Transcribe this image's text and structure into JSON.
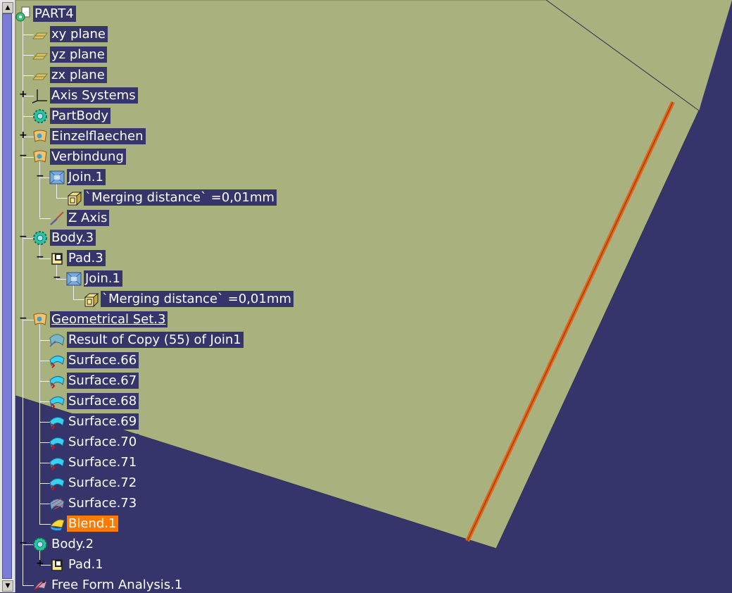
{
  "tree": [
    {
      "label": "PART4",
      "icon": "part-icon",
      "depth": 0,
      "expander": "none",
      "selected": false,
      "underline": false
    },
    {
      "label": "xy plane",
      "icon": "plane-icon",
      "depth": 1,
      "expander": "none",
      "selected": false,
      "underline": false
    },
    {
      "label": "yz plane",
      "icon": "plane-icon",
      "depth": 1,
      "expander": "none",
      "selected": false,
      "underline": false
    },
    {
      "label": "zx plane",
      "icon": "plane-icon",
      "depth": 1,
      "expander": "none",
      "selected": false,
      "underline": false
    },
    {
      "label": "Axis Systems",
      "icon": "axis-system-icon",
      "depth": 1,
      "expander": "plus",
      "selected": false,
      "underline": false
    },
    {
      "label": "PartBody",
      "icon": "body-gear-icon",
      "depth": 1,
      "expander": "none",
      "selected": false,
      "underline": false
    },
    {
      "label": "Einzelflaechen",
      "icon": "geometrical-set-icon",
      "depth": 1,
      "expander": "plus",
      "selected": false,
      "underline": false
    },
    {
      "label": "Verbindung",
      "icon": "geometrical-set-icon",
      "depth": 1,
      "expander": "minus",
      "selected": false,
      "underline": false
    },
    {
      "label": "Join.1",
      "icon": "join-icon",
      "depth": 2,
      "expander": "minus",
      "selected": false,
      "underline": false
    },
    {
      "label": "`Merging distance` =0,01mm",
      "icon": "parameter-icon",
      "depth": 3,
      "expander": "none",
      "selected": false,
      "underline": false
    },
    {
      "label": "Z Axis",
      "icon": "line-icon",
      "depth": 2,
      "expander": "none",
      "selected": false,
      "underline": false
    },
    {
      "label": "Body.3",
      "icon": "body-gear-icon",
      "depth": 1,
      "expander": "minus",
      "selected": false,
      "underline": false
    },
    {
      "label": "Pad.3",
      "icon": "pad-icon",
      "depth": 2,
      "expander": "minus",
      "selected": false,
      "underline": false
    },
    {
      "label": "Join.1",
      "icon": "join-icon",
      "depth": 3,
      "expander": "minus",
      "selected": false,
      "underline": false
    },
    {
      "label": "`Merging distance` =0,01mm",
      "icon": "parameter-icon",
      "depth": 4,
      "expander": "none",
      "selected": false,
      "underline": false
    },
    {
      "label": "Geometrical Set.3",
      "icon": "geometrical-set-icon",
      "depth": 1,
      "expander": "minus",
      "selected": false,
      "underline": true
    },
    {
      "label": "Result of Copy (55) of Join1",
      "icon": "copy-result-icon",
      "depth": 2,
      "expander": "none",
      "selected": false,
      "underline": false
    },
    {
      "label": "Surface.66",
      "icon": "surface-icon",
      "depth": 2,
      "expander": "none",
      "selected": false,
      "underline": false
    },
    {
      "label": "Surface.67",
      "icon": "surface-icon",
      "depth": 2,
      "expander": "none",
      "selected": false,
      "underline": false
    },
    {
      "label": "Surface.68",
      "icon": "surface-icon",
      "depth": 2,
      "expander": "none",
      "selected": false,
      "underline": false
    },
    {
      "label": "Surface.69",
      "icon": "surface-icon",
      "depth": 2,
      "expander": "none",
      "selected": false,
      "underline": false
    },
    {
      "label": "Surface.70",
      "icon": "surface-icon",
      "depth": 2,
      "expander": "none",
      "selected": false,
      "underline": false
    },
    {
      "label": "Surface.71",
      "icon": "surface-icon",
      "depth": 2,
      "expander": "none",
      "selected": false,
      "underline": false
    },
    {
      "label": "Surface.72",
      "icon": "surface-icon",
      "depth": 2,
      "expander": "none",
      "selected": false,
      "underline": false
    },
    {
      "label": "Surface.73",
      "icon": "surface-hatched-icon",
      "depth": 2,
      "expander": "none",
      "selected": false,
      "underline": false
    },
    {
      "label": "Blend.1",
      "icon": "blend-icon",
      "depth": 2,
      "expander": "none",
      "selected": true,
      "underline": false
    },
    {
      "label": "Body.2",
      "icon": "body-gear-icon",
      "depth": 1,
      "expander": "minus",
      "selected": false,
      "underline": false
    },
    {
      "label": "Pad.1",
      "icon": "pad-icon",
      "depth": 2,
      "expander": "plus",
      "selected": false,
      "underline": false
    },
    {
      "label": "Free Form Analysis.1",
      "icon": "analysis-icon",
      "depth": 1,
      "expander": "none",
      "selected": false,
      "underline": false
    }
  ],
  "colors": {
    "background": "#35356b",
    "surface": "#a9b27f",
    "edge_highlight": "#e0661a",
    "selection": "#ff7a00",
    "scrollbar_thumb": "#7b7bd8"
  }
}
